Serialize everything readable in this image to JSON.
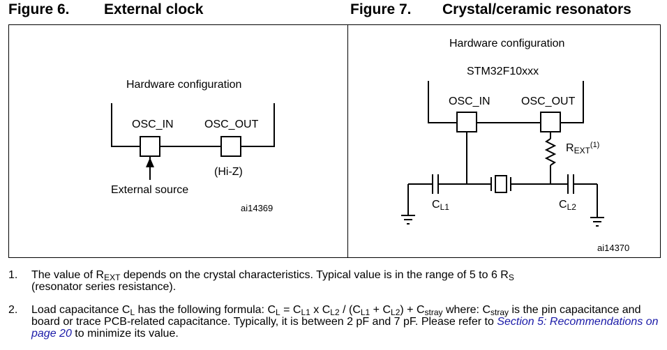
{
  "fig6": {
    "number": "Figure 6.",
    "title": "External clock",
    "hw_config": "Hardware configuration",
    "osc_in": "OSC_IN",
    "osc_out": "OSC_OUT",
    "hiz": "(Hi-Z)",
    "ext_source": "External source",
    "code": "ai14369"
  },
  "fig7": {
    "number": "Figure 7.",
    "title": "Crystal/ceramic resonators",
    "hw_config": "Hardware configuration",
    "chip": "STM32F10xxx",
    "osc_in": "OSC_IN",
    "osc_out": "OSC_OUT",
    "rext_main": "R",
    "rext_sub": "EXT",
    "rext_sup": "(1)",
    "cl1_main": "C",
    "cl1_sub": "L1",
    "cl2_main": "C",
    "cl2_sub": "L2",
    "code": "ai14370"
  },
  "notes": {
    "n1_num": "1.",
    "n1_a": "The value of R",
    "n1_a_sub": "EXT",
    "n1_b": " depends on the crystal characteristics. Typical value is in the range of 5 to 6 R",
    "n1_b_sub": "S",
    "n1_c": "(resonator series resistance).",
    "n2_num": "2.",
    "n2_a": "Load capacitance C",
    "n2_a_sub": "L",
    "n2_b": " has the following formula: C",
    "n2_b_sub": "L",
    "n2_c": " = C",
    "n2_c_sub": "L1",
    "n2_d": " x C",
    "n2_d_sub": "L2",
    "n2_e": " / (C",
    "n2_e_sub": "L1",
    "n2_f": " + C",
    "n2_f_sub": "L2",
    "n2_g": ") + C",
    "n2_g_sub": "stray",
    "n2_h": " where: C",
    "n2_h_sub": "stray",
    "n2_i": " is the pin capacitance and board or trace PCB-related capacitance. Typically, it is between 2 pF and 7 pF. Please refer to ",
    "n2_link": "Section 5: Recommendations on page 20",
    "n2_j": " to minimize its value."
  }
}
